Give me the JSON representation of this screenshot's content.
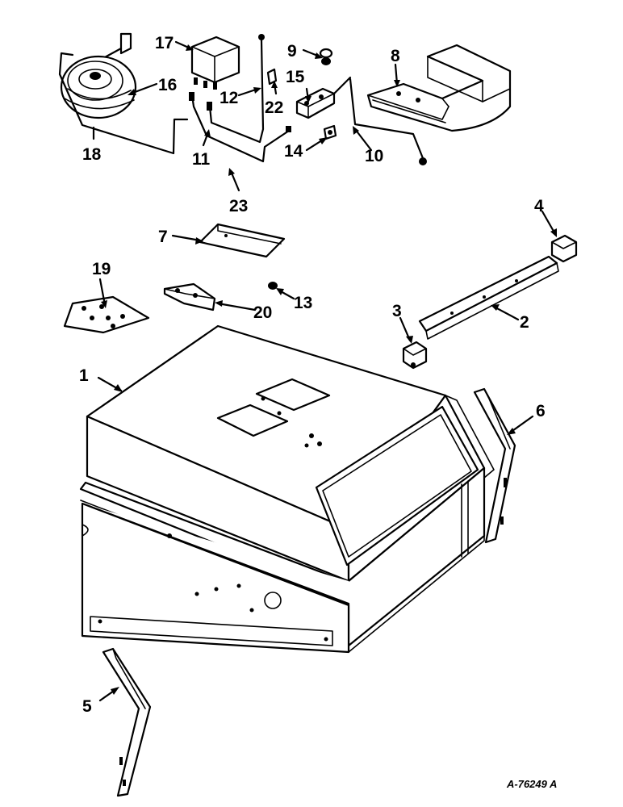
{
  "diagram": {
    "callouts": [
      {
        "id": "c1",
        "text": "1"
      },
      {
        "id": "c2",
        "text": "2"
      },
      {
        "id": "c3",
        "text": "3"
      },
      {
        "id": "c4",
        "text": "4"
      },
      {
        "id": "c5",
        "text": "5"
      },
      {
        "id": "c6",
        "text": "6"
      },
      {
        "id": "c7",
        "text": "7"
      },
      {
        "id": "c8",
        "text": "8"
      },
      {
        "id": "c9",
        "text": "9"
      },
      {
        "id": "c10",
        "text": "10"
      },
      {
        "id": "c11",
        "text": "11"
      },
      {
        "id": "c12",
        "text": "12"
      },
      {
        "id": "c13",
        "text": "13"
      },
      {
        "id": "c14",
        "text": "14"
      },
      {
        "id": "c15",
        "text": "15"
      },
      {
        "id": "c16",
        "text": "16"
      },
      {
        "id": "c17",
        "text": "17"
      },
      {
        "id": "c18",
        "text": "18"
      },
      {
        "id": "c19",
        "text": "19"
      },
      {
        "id": "c20",
        "text": "20"
      },
      {
        "id": "c22",
        "text": "22"
      },
      {
        "id": "c23",
        "text": "23"
      }
    ],
    "drawing_code": "A-76249 A"
  }
}
